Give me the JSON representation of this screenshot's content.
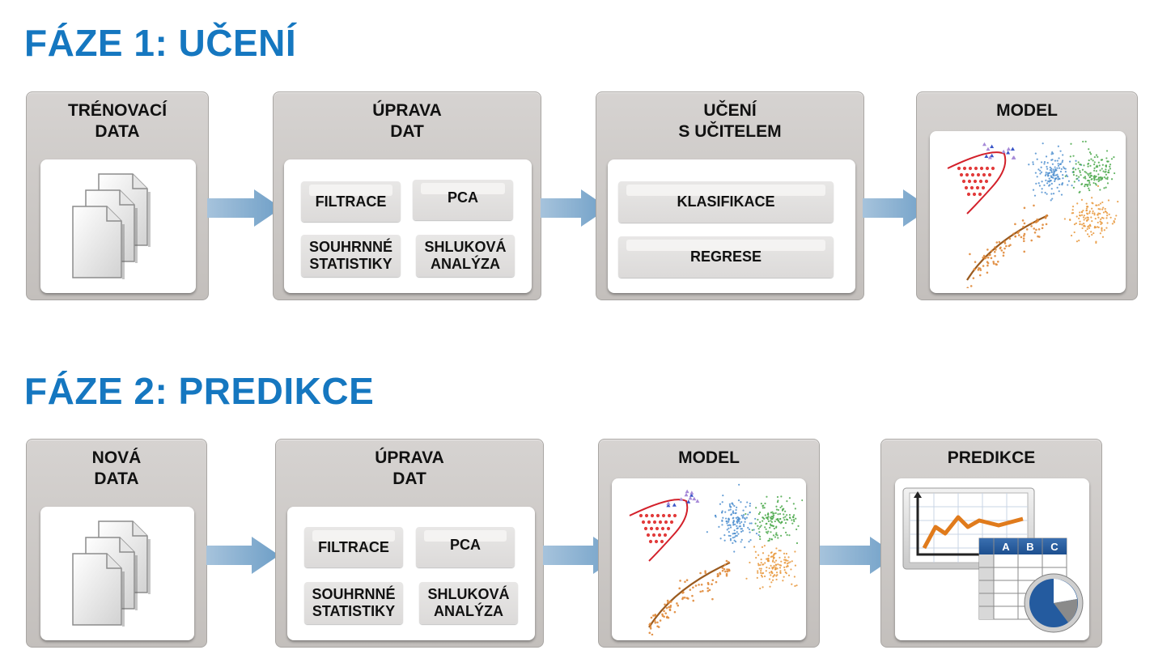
{
  "phase1": {
    "title": "FÁZE 1: UČENÍ",
    "stages": {
      "training_data": {
        "title": "TRÉNOVACÍ\nDATA"
      },
      "preprocessing": {
        "title": "ÚPRAVA\nDAT",
        "items": [
          "FILTRACE",
          "PCA",
          "SOUHRNNÉ\nSTATISTIKY",
          "SHLUKOVÁ\nANALÝZA"
        ]
      },
      "learning": {
        "title": "UČENÍ\nS UČITELEM",
        "items": [
          "KLASIFIKACE",
          "REGRESE"
        ]
      },
      "model": {
        "title": "MODEL"
      }
    }
  },
  "phase2": {
    "title": "FÁZE 2: PREDIKCE",
    "stages": {
      "new_data": {
        "title": "NOVÁ\nDATA"
      },
      "preprocessing": {
        "title": "ÚPRAVA\nDAT",
        "items": [
          "FILTRACE",
          "PCA",
          "SOUHRNNÉ\nSTATISTIKY",
          "SHLUKOVÁ\nANALÝZA"
        ]
      },
      "model": {
        "title": "MODEL"
      },
      "prediction": {
        "title": "PREDIKCE",
        "table_headers": [
          "A",
          "B",
          "C"
        ]
      }
    }
  },
  "colors": {
    "title_blue": "#1577c0",
    "arrow_blue": "#7fa9cb",
    "stage_gray": "#cdc9c6"
  },
  "icons": [
    "documents-icon",
    "arrow-right-icon",
    "scatter-model-icon",
    "prediction-chart-icon"
  ]
}
